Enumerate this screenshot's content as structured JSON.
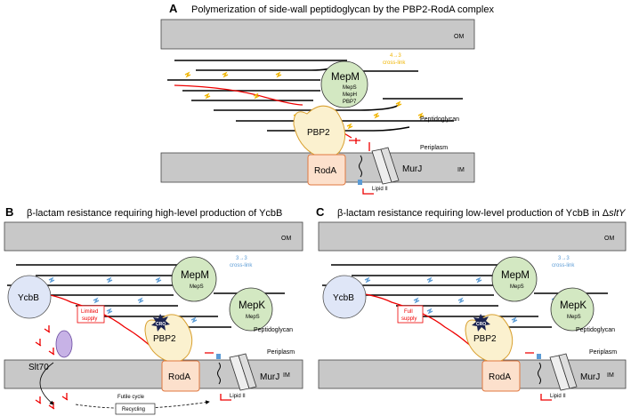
{
  "panel_a": {
    "letter": "A",
    "title": "Polymerization of side-wall peptidoglycan by the PBP2-RodA complex",
    "om": "OM",
    "im": "IM",
    "mepm": "MepM",
    "meps": "MepS",
    "meph": "MepH",
    "pbp7": "PBP7",
    "crosslink_top": "4→3",
    "crosslink_bottom": "cross-link",
    "peptidoglycan": "Peptidoglycan",
    "periplasm": "Periplasm",
    "pbp2": "PBP2",
    "roda": "RodA",
    "murj": "MurJ",
    "lipid": "Lipid II"
  },
  "panel_b": {
    "letter": "B",
    "title": "β-lactam resistance requiring high-level production of YcbB",
    "om": "OM",
    "im": "IM",
    "ycbb": "YcbB",
    "mepm": "MepM",
    "meps": "MepS",
    "mepk": "MepK",
    "meps2": "MepS",
    "crosslink_top": "3→3",
    "crosslink_bottom": "cross-link",
    "supply_line1": "Limited",
    "supply_line2": "supply",
    "cro": "CRO",
    "pbp2": "PBP2",
    "peptidoglycan": "Peptidoglycan",
    "periplasm": "Periplasm",
    "slt70": "Slt70",
    "roda": "RodA",
    "murj": "MurJ",
    "lipid": "Lipid II",
    "futile": "Futile cycle",
    "recycling": "Recycling"
  },
  "panel_c": {
    "letter": "C",
    "title_main": "β-lactam resistance requiring low-level production of YcbB in Δ",
    "title_gene": "sltY",
    "om": "OM",
    "im": "IM",
    "ycbb": "YcbB",
    "mepm": "MepM",
    "meps": "MepS",
    "mepk": "MepK",
    "meps2": "MepS",
    "crosslink_top": "3→3",
    "crosslink_bottom": "cross-link",
    "supply_line1": "Full",
    "supply_line2": "supply",
    "cro": "CRO",
    "pbp2": "PBP2",
    "peptidoglycan": "Peptidoglycan",
    "periplasm": "Periplasm",
    "roda": "RodA",
    "murj": "MurJ",
    "lipid": "Lipid II"
  },
  "colors": {
    "membrane": "#c8c8c8",
    "mep_green": "#d3e8c2",
    "pbp2_fill": "#fbf1cf",
    "pbp2_stroke": "#d9a030",
    "roda_fill": "#fce0cc",
    "roda_stroke": "#e07840",
    "ycbb_fill": "#dfe6f7",
    "slt70_fill": "#c7b2e6",
    "crosslink43": "#f0b400",
    "crosslink33": "#5b9bd5",
    "peptide": "#e00000",
    "cro_star": "#1b2350"
  }
}
